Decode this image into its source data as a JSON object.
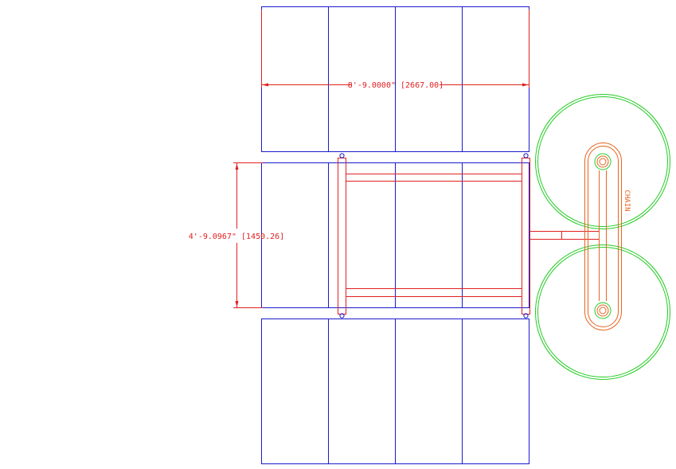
{
  "drawing": {
    "colors": {
      "panel_lines": "#1a1acc",
      "frame_and_dimensions": "#e02020",
      "sprockets": "#22cc22",
      "chain": "#e8641e"
    },
    "dimensions": {
      "width_label": "8'-9.0000\" [2667.00]",
      "height_label": "4'-9.0967\" [1450.26]"
    },
    "annotations": {
      "chain_label": "CHAIN"
    }
  }
}
